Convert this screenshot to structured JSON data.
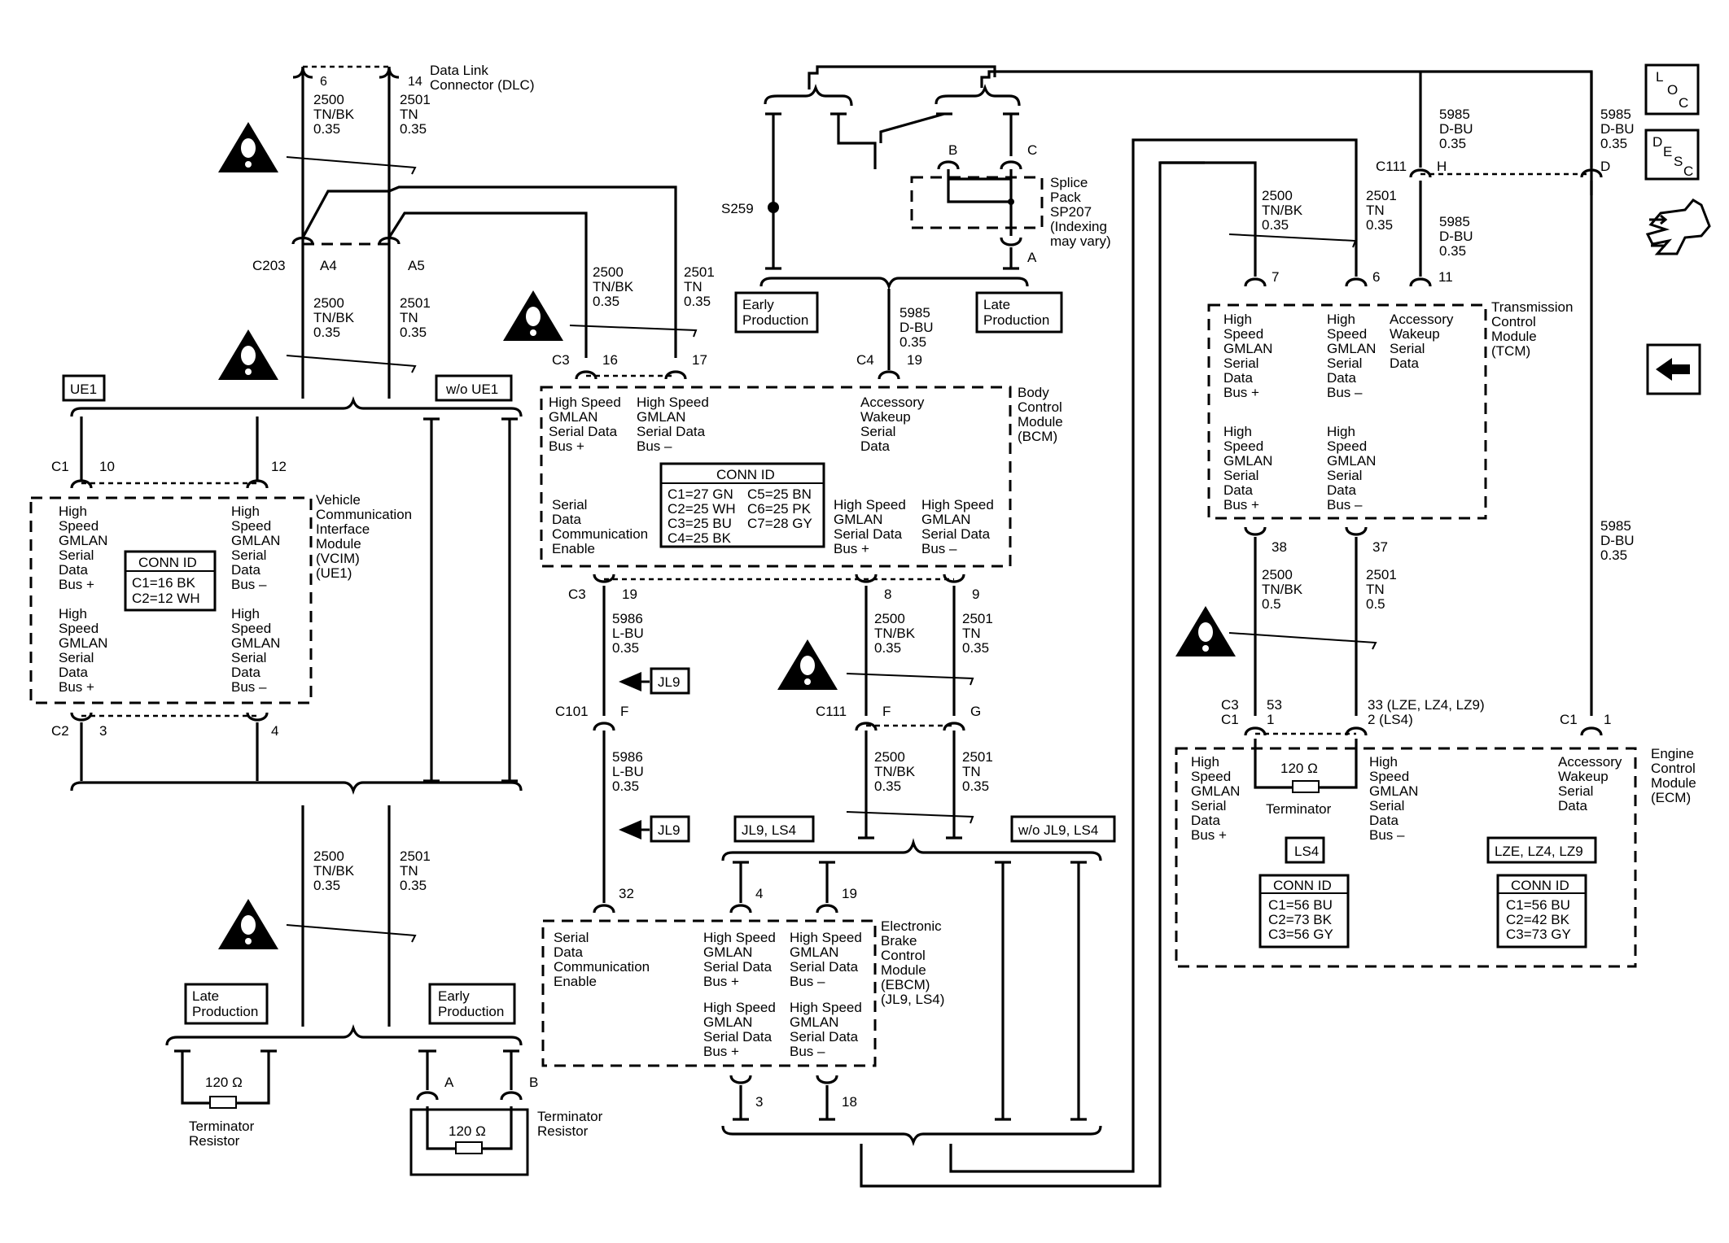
{
  "dlc": {
    "pin6": "6",
    "pin14": "14",
    "title": [
      "Data Link",
      "Connector (DLC)"
    ]
  },
  "wire_2500_035": [
    "2500",
    "TN/BK",
    "0.35"
  ],
  "wire_2501_035": [
    "2501",
    "TN",
    "0.35"
  ],
  "wire_2500_05": [
    "2500",
    "TN/BK",
    "0.5"
  ],
  "wire_2501_05": [
    "2501",
    "TN",
    "0.5"
  ],
  "wire_5985": [
    "5985",
    "D-BU",
    "0.35"
  ],
  "wire_5986": [
    "5986",
    "L-BU",
    "0.35"
  ],
  "c203": {
    "name": "C203",
    "a4": "A4",
    "a5": "A5"
  },
  "options": {
    "ue1": "UE1",
    "wo_ue1": "w/o UE1",
    "jl9": "JL9",
    "jl9_ls4": "JL9, LS4",
    "wo_jl9_ls4": "w/o JL9, LS4",
    "ls4": "LS4",
    "lze": "LZE, LZ4, LZ9"
  },
  "production": {
    "early": [
      "Early",
      "Production"
    ],
    "late": [
      "Late",
      "Production"
    ]
  },
  "vcim": {
    "title": [
      "Vehicle",
      "Communication",
      "Interface",
      "Module",
      "(VCIM)",
      "(UE1)"
    ],
    "c1": "C1",
    "c2": "C2",
    "p10": "10",
    "p12": "12",
    "p3": "3",
    "p4": "4",
    "bus_plus": [
      "High",
      "Speed",
      "GMLAN",
      "Serial",
      "Data",
      "Bus +"
    ],
    "bus_minus": [
      "High",
      "Speed",
      "GMLAN",
      "Serial",
      "Data",
      "Bus –"
    ],
    "conn_title": "CONN ID",
    "conn": [
      "C1=16 BK",
      "C2=12 WH"
    ]
  },
  "splice": {
    "s259": "S259",
    "b": "B",
    "c": "C",
    "a": "A",
    "title": [
      "Splice",
      "Pack",
      "SP207",
      "(Indexing",
      "may vary)"
    ]
  },
  "bcm": {
    "title": [
      "Body",
      "Control",
      "Module",
      "(BCM)"
    ],
    "c3": "C3",
    "c4": "C4",
    "p16": "16",
    "p17": "17",
    "p19": "19",
    "p19b": "19",
    "p8": "8",
    "p9": "9",
    "bus_plus": [
      "High Speed",
      "GMLAN",
      "Serial Data",
      "Bus +"
    ],
    "bus_minus": [
      "High Speed",
      "GMLAN",
      "Serial Data",
      "Bus –"
    ],
    "wakeup": [
      "Accessory",
      "Wakeup",
      "Serial",
      "Data"
    ],
    "enable": [
      "Serial",
      "Data",
      "Communication",
      "Enable"
    ],
    "bus_plus2": [
      "High Speed",
      "GMLAN",
      "Serial Data",
      "Bus +"
    ],
    "bus_minus2": [
      "High Speed",
      "GMLAN",
      "Serial Data",
      "Bus –"
    ],
    "conn_title": "CONN ID",
    "conn_left": [
      "C1=27 GN",
      "C2=25 WH",
      "C3=25 BU",
      "C4=25 BK"
    ],
    "conn_right": [
      "C5=25 BN",
      "C6=25 PK",
      "C7=28 GY"
    ]
  },
  "c101": {
    "name": "C101",
    "pin": "F"
  },
  "c111": {
    "name": "C111",
    "f": "F",
    "g": "G",
    "h": "H",
    "d": "D"
  },
  "ebcm": {
    "title": [
      "Electronic",
      "Brake",
      "Control",
      "Module",
      "(EBCM)",
      "(JL9, LS4)"
    ],
    "p32": "32",
    "p4": "4",
    "p19": "19",
    "p3": "3",
    "p18": "18",
    "enable": [
      "Serial",
      "Data",
      "Communication",
      "Enable"
    ],
    "bus_plus": [
      "High Speed",
      "GMLAN",
      "Serial Data",
      "Bus +"
    ],
    "bus_minus": [
      "High Speed",
      "GMLAN",
      "Serial Data",
      "Bus –"
    ]
  },
  "tcm": {
    "title": [
      "Transmission",
      "Control",
      "Module",
      "(TCM)"
    ],
    "p7": "7",
    "p6": "6",
    "p11": "11",
    "p38": "38",
    "p37": "37",
    "bus_plus": [
      "High",
      "Speed",
      "GMLAN",
      "Serial",
      "Data",
      "Bus +"
    ],
    "bus_minus": [
      "High",
      "Speed",
      "GMLAN",
      "Serial",
      "Data",
      "Bus –"
    ],
    "wakeup": [
      "Accessory",
      "Wakeup",
      "Serial",
      "Data"
    ]
  },
  "ecm": {
    "title": [
      "Engine",
      "Control",
      "Module",
      "(ECM)"
    ],
    "c3": "C3",
    "c1": "C1",
    "c1b": "C1",
    "p53": "53",
    "p1": "1",
    "p33": "33 (LZE, LZ4, LZ9)",
    "p2": "2 (LS4)",
    "p1b": "1",
    "bus_plus": [
      "High",
      "Speed",
      "GMLAN",
      "Serial",
      "Data",
      "Bus +"
    ],
    "bus_minus": [
      "High",
      "Speed",
      "GMLAN",
      "Serial",
      "Data",
      "Bus –"
    ],
    "wakeup": [
      "Accessory",
      "Wakeup",
      "Serial",
      "Data"
    ],
    "terminator_ohm": "120 Ω",
    "terminator_label": "Terminator",
    "conn_title": "CONN ID",
    "conn_ls4": [
      "C1=56 BU",
      "C2=73 BK",
      "C3=56 GY"
    ],
    "conn_lze": [
      "C1=56 BU",
      "C2=42 BK",
      "C3=73 GY"
    ]
  },
  "resistor": {
    "ohm": "120 Ω",
    "label": [
      "Terminator",
      "Resistor"
    ],
    "a": "A",
    "b": "B"
  },
  "side_buttons": {
    "loc": [
      "L",
      "O",
      "C"
    ],
    "desc": [
      "D",
      "E",
      "S",
      "C"
    ]
  }
}
